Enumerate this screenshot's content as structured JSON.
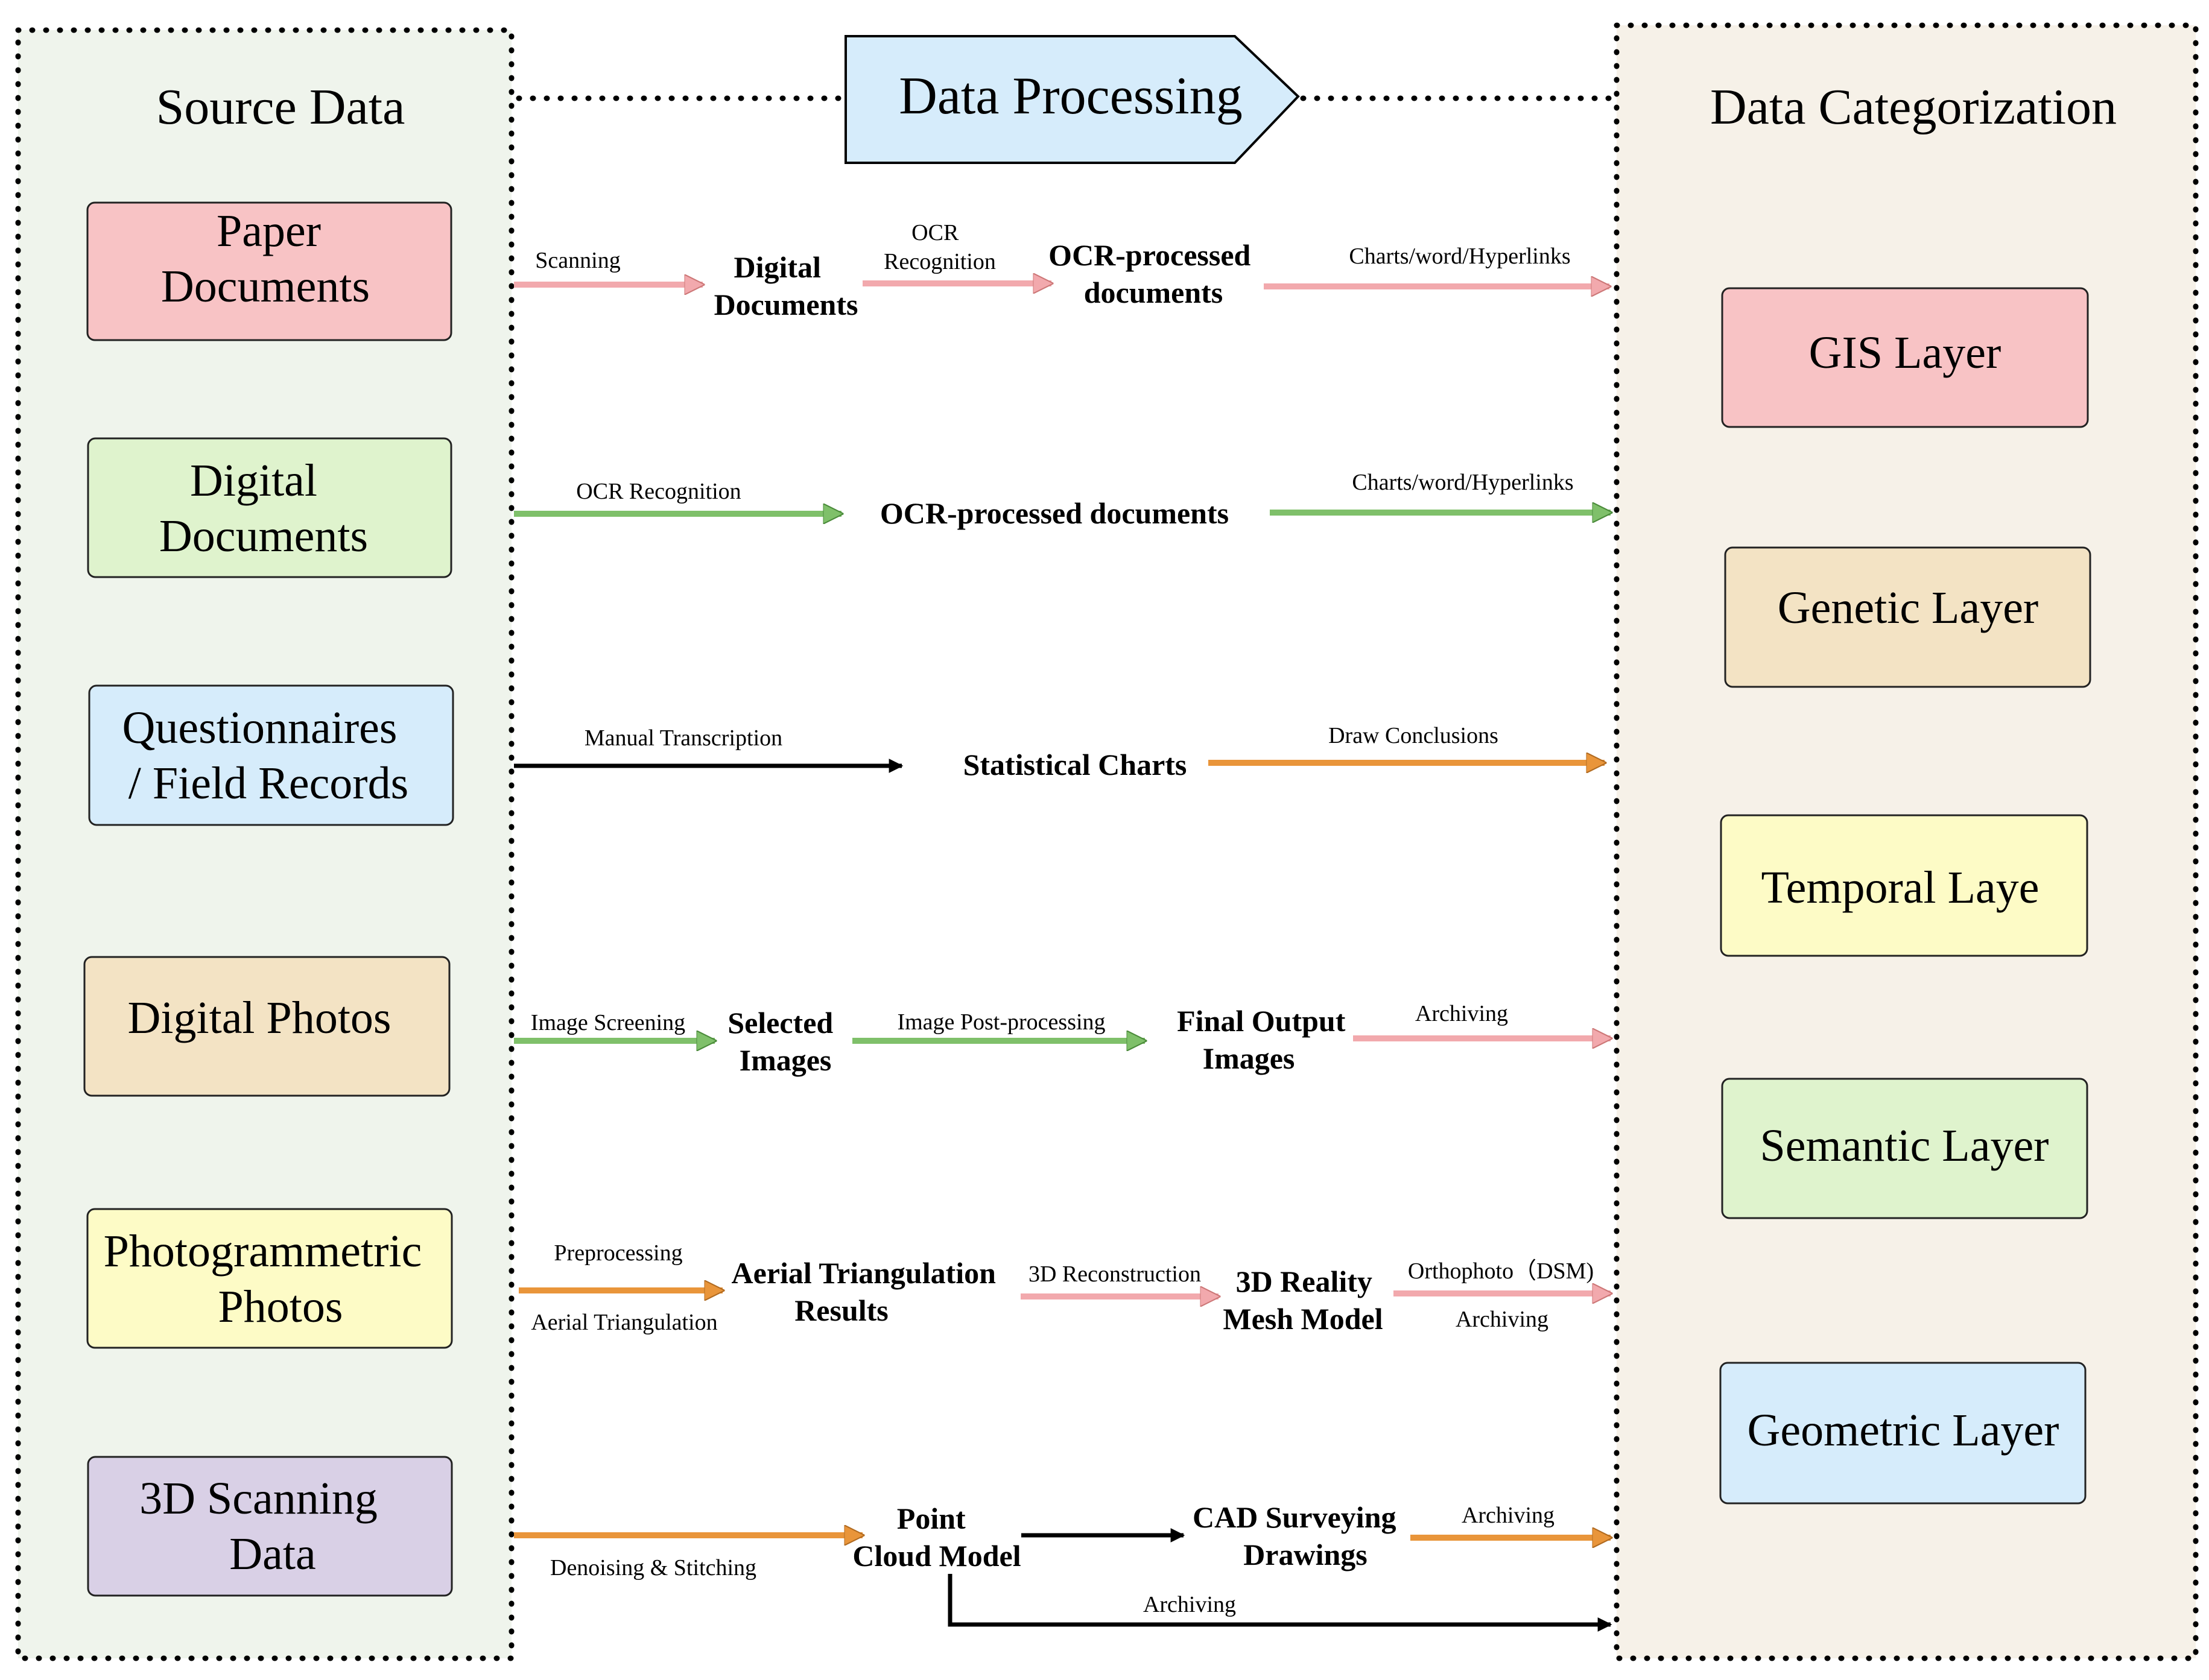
{
  "panels": {
    "source_title": "Source Data",
    "processing_title": "Data Processing",
    "categorization_title": "Data Categorization"
  },
  "colors": {
    "source_panel_bg": "#eff4ec",
    "categorization_panel_bg": "#f6f1e8",
    "pink": "#f8c3c5",
    "green": "#dff3cd",
    "blue": "#d6ecfb",
    "tan": "#f3e3c4",
    "yellow": "#fdfbc6",
    "purple": "#d9d0e6",
    "arrow_pink": "#f2a9ad",
    "arrow_green": "#7fc06a",
    "arrow_orange": "#e9953a",
    "arrow_black": "#000000"
  },
  "sources": [
    {
      "lines": [
        "Paper",
        "Documents"
      ]
    },
    {
      "lines": [
        "Digital",
        "Documents"
      ]
    },
    {
      "lines": [
        "Questionnaires",
        "/ Field Records"
      ]
    },
    {
      "lines": [
        "Digital Photos"
      ]
    },
    {
      "lines": [
        "Photogrammetric",
        "Photos"
      ]
    },
    {
      "lines": [
        "3D Scanning",
        "Data"
      ]
    }
  ],
  "layers": [
    {
      "label": "GIS Layer"
    },
    {
      "label": "Genetic Layer"
    },
    {
      "label": "Temporal Laye"
    },
    {
      "label": "Semantic Layer"
    },
    {
      "label": "Geometric Layer"
    }
  ],
  "flows": {
    "paper": {
      "step1": "Scanning",
      "node1": [
        "Digital",
        "Documents"
      ],
      "step2": [
        "OCR",
        "Recognition"
      ],
      "node2": [
        "OCR-processed",
        "documents"
      ],
      "step3": "Charts/word/Hyperlinks"
    },
    "digital": {
      "step1": "OCR Recognition",
      "node1": "OCR-processed documents",
      "step2": "Charts/word/Hyperlinks"
    },
    "questionnaire": {
      "step1": "Manual Transcription",
      "node1": "Statistical Charts",
      "step2": "Draw Conclusions"
    },
    "photos": {
      "step1": "Image Screening",
      "node1": [
        "Selected",
        "Images"
      ],
      "step2": "Image Post-processing",
      "node2": [
        "Final Output",
        "Images"
      ],
      "step3": "Archiving"
    },
    "photogrammetric": {
      "step1_top": "Preprocessing",
      "step1_bottom": "Aerial Triangulation",
      "node1": [
        "Aerial Triangulation",
        "Results"
      ],
      "step2": "3D Reconstruction",
      "node2": [
        "3D Reality",
        "Mesh Model"
      ],
      "step3_top": "Orthophoto（DSM)",
      "step3_bottom": "Archiving"
    },
    "scanning": {
      "step1": "Denoising & Stitching",
      "node1": [
        "Point",
        "Cloud Model"
      ],
      "node2": [
        "CAD Surveying",
        "Drawings"
      ],
      "step3": "Archiving",
      "step4": "Archiving"
    }
  }
}
